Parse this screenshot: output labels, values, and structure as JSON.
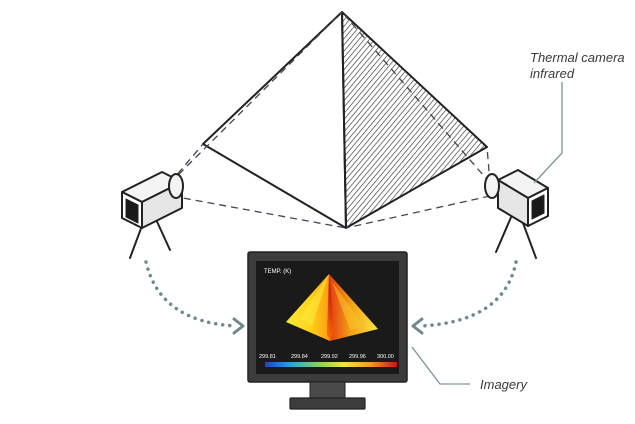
{
  "labels": {
    "camera_line1": "Thermal camera",
    "camera_line2": "infrared",
    "monitor": "Imagery"
  },
  "screen": {
    "title": "TEMP. (K)",
    "scale_ticks": [
      "299.81",
      "299.84",
      "299.92",
      "299.96",
      "300.00"
    ]
  },
  "colors": {
    "line": "#333333",
    "camera_body": "#f2f2f2",
    "dotted_arrow": "#6e8a8e",
    "monitor_frame": "#3c3c3c",
    "screen_bg": "#1a1a1a",
    "thermal_hot": "#c00000",
    "thermal_mid": "#ffcc00",
    "thermal_cool": "#f9e64a"
  },
  "icons": [
    "pyramid",
    "thermal-camera-left",
    "thermal-camera-right",
    "monitor"
  ]
}
